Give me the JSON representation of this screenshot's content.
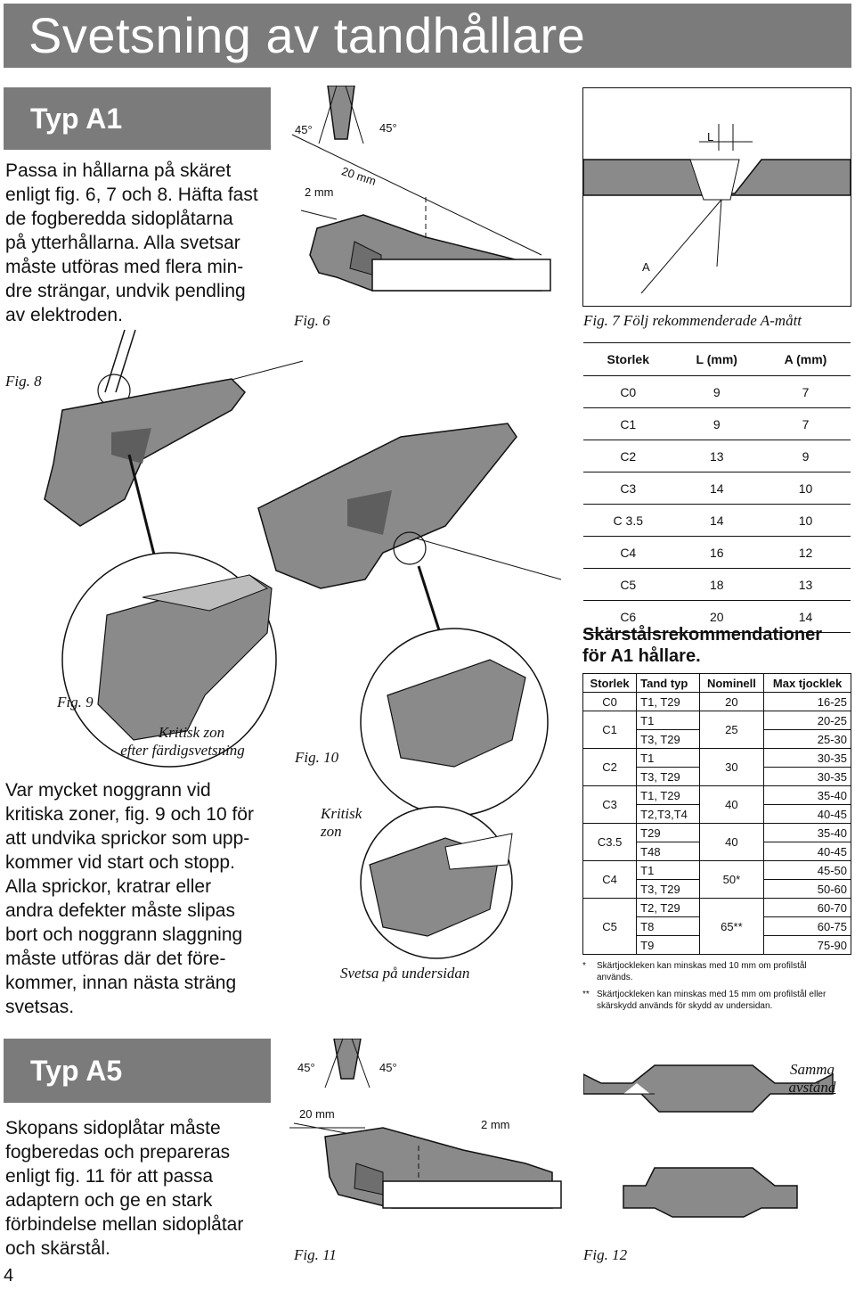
{
  "page_title": "Svetsning av tandhållare",
  "page_number": "4",
  "section_a1": {
    "title": "Typ A1",
    "intro": [
      "Passa in hållarna på skäret",
      "enligt fig. 6, 7 och 8. Häfta fast",
      "de fogberedda sidoplåtarna",
      "på ytterhållarna. Alla svetsar",
      "måste utföras med flera min-",
      "dre strängar, undvik pendling",
      "av elektroden."
    ],
    "warning": [
      "Var mycket noggrann vid",
      "kritiska zoner, fig. 9 och 10 för",
      "att undvika sprickor som upp-",
      "kommer vid start och stopp.",
      "Alla sprickor, kratrar eller",
      "andra defekter måste slipas",
      "bort och noggrann slaggning",
      "måste utföras där det före-",
      "kommer, innan nästa sträng",
      "svetsas."
    ]
  },
  "section_a5": {
    "title": "Typ A5",
    "text": [
      "Skopans sidoplåtar måste",
      "fogberedas och prepareras",
      "enligt fig. 11 för att passa",
      "adaptern och ge en stark",
      "förbindelse mellan sidoplåtar",
      "och skärstål."
    ]
  },
  "figures": {
    "fig6": {
      "caption": "Fig. 6",
      "angle_left": "45°",
      "angle_right": "45°",
      "dim_gap": "2 mm",
      "dim_length": "20 mm"
    },
    "fig7": {
      "caption": "Fig. 7  Följ rekommenderade A-mått",
      "label_l": "L",
      "label_a": "A"
    },
    "fig8": {
      "caption": "Fig. 8"
    },
    "fig9": {
      "caption": "Fig. 9",
      "zone_line1": "Kritisk zon",
      "zone_line2": "efter färdigsvetsning"
    },
    "fig10": {
      "caption": "Fig. 10",
      "zone_line1": "Kritisk",
      "zone_line2": "zon",
      "underside": "Svetsa på undersidan"
    },
    "fig11": {
      "caption": "Fig. 11",
      "angle_left": "45°",
      "angle_right": "45°",
      "dim_length": "20 mm",
      "dim_gap": "2 mm"
    },
    "fig12": {
      "caption": "Fig. 12",
      "note_line1": "Samma",
      "note_line2": "avstånd"
    }
  },
  "dim_table": {
    "headers": [
      "Storlek",
      "L (mm)",
      "A (mm)"
    ],
    "rows": [
      [
        "C0",
        "9",
        "7"
      ],
      [
        "C1",
        "9",
        "7"
      ],
      [
        "C2",
        "13",
        "9"
      ],
      [
        "C3",
        "14",
        "10"
      ],
      [
        "C 3.5",
        "14",
        "10"
      ],
      [
        "C4",
        "16",
        "12"
      ],
      [
        "C5",
        "18",
        "13"
      ],
      [
        "C6",
        "20",
        "14"
      ]
    ]
  },
  "rec_table": {
    "title_line1": "Skärstålsrekommendationer",
    "title_line2": "för A1 hållare.",
    "headers": [
      "Storlek",
      "Tand typ",
      "Nominell",
      "Max tjocklek"
    ],
    "groups": [
      {
        "size": "C0",
        "nominal": "20",
        "rows": [
          [
            "T1, T29",
            "16-25"
          ]
        ]
      },
      {
        "size": "C1",
        "nominal": "25",
        "rows": [
          [
            "T1",
            "20-25"
          ],
          [
            "T3, T29",
            "25-30"
          ]
        ]
      },
      {
        "size": "C2",
        "nominal": "30",
        "rows": [
          [
            "T1",
            "30-35"
          ],
          [
            "T3, T29",
            "30-35"
          ]
        ]
      },
      {
        "size": "C3",
        "nominal": "40",
        "rows": [
          [
            "T1, T29",
            "35-40"
          ],
          [
            "T2,T3,T4",
            "40-45"
          ]
        ]
      },
      {
        "size": "C3.5",
        "nominal": "40",
        "rows": [
          [
            "T29",
            "35-40"
          ],
          [
            "T48",
            "40-45"
          ]
        ]
      },
      {
        "size": "C4",
        "nominal": "50*",
        "rows": [
          [
            "T1",
            "45-50"
          ],
          [
            "T3, T29",
            "50-60"
          ]
        ]
      },
      {
        "size": "C5",
        "nominal": "65**",
        "rows": [
          [
            "T2, T29",
            "60-70"
          ],
          [
            "T8",
            "60-75"
          ],
          [
            "T9",
            "75-90"
          ]
        ]
      }
    ],
    "note1_mark": "*",
    "note1_line1": "Skärtjockleken kan minskas med 10 mm om profilstål",
    "note1_line2": "används.",
    "note2_mark": "**",
    "note2_line1": "Skärtjockleken kan minskas med 15 mm om profilstål eller",
    "note2_line2": "skärskydd används för skydd av undersidan."
  },
  "colors": {
    "header_gray": "#7b7b7b",
    "part_gray": "#8a8a8a",
    "part_dark": "#5e5e5e"
  }
}
